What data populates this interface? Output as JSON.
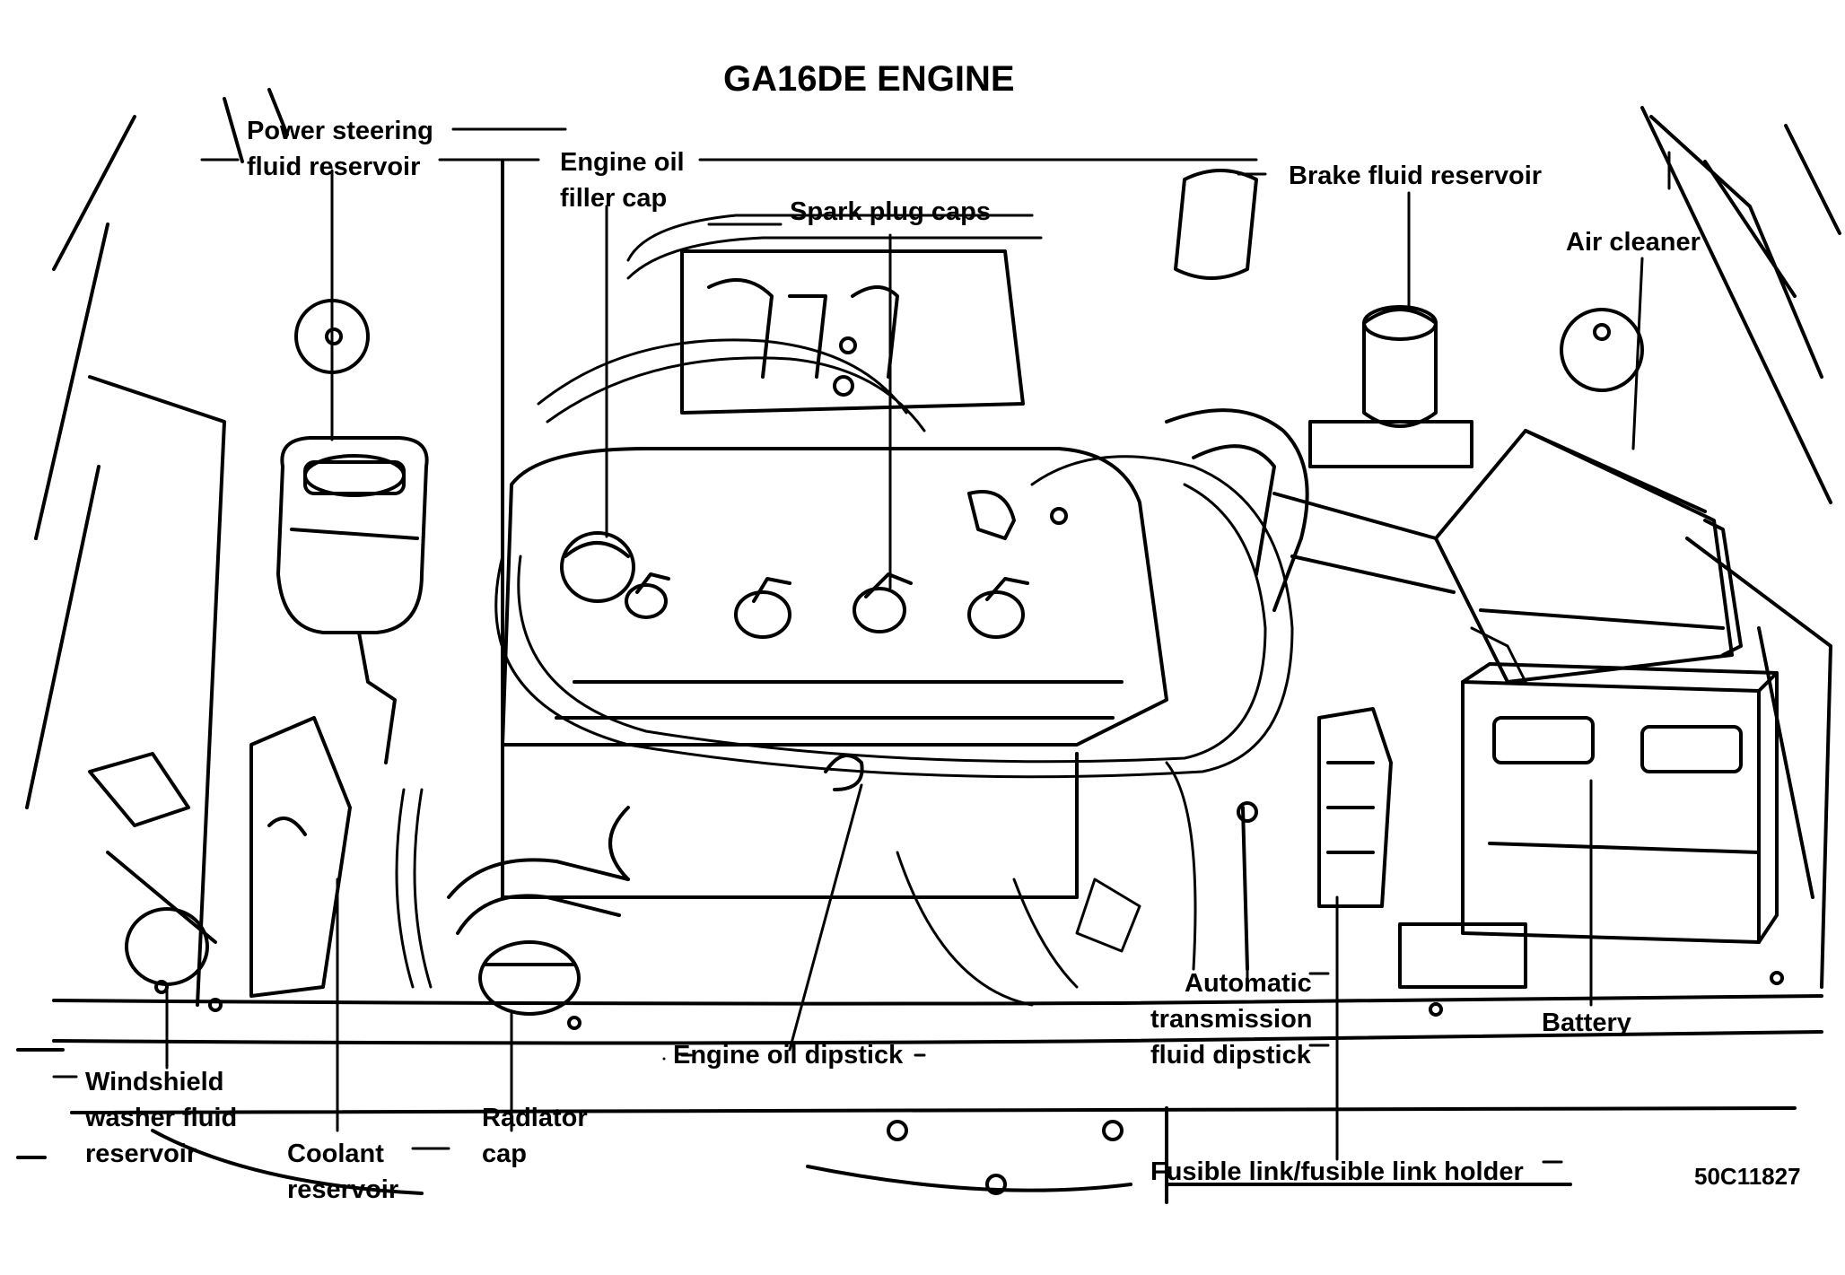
{
  "title": "GA16DE ENGINE",
  "figure_code": "50C11827",
  "colors": {
    "ink": "#000000",
    "paper": "#ffffff"
  },
  "labels": {
    "power_steering": [
      "Power steering",
      "fluid reservoir"
    ],
    "engine_oil_filler": [
      "Engine oil",
      "filler cap"
    ],
    "spark_plug_caps": "Spark plug caps",
    "brake_fluid": "Brake fluid reservoir",
    "air_cleaner": "Air cleaner",
    "windshield_washer": [
      "Windshield",
      "washer fluid",
      "reservoir"
    ],
    "coolant": [
      "Coolant",
      "reservoir"
    ],
    "radiator_cap": [
      "Radiator",
      "cap"
    ],
    "engine_oil_dipstick": "Engine oil dipstick",
    "auto_trans": [
      "Automatic",
      "transmission",
      "fluid dipstick"
    ],
    "fusible_link": "Fusible link/fusible link holder",
    "battery": "Battery"
  }
}
